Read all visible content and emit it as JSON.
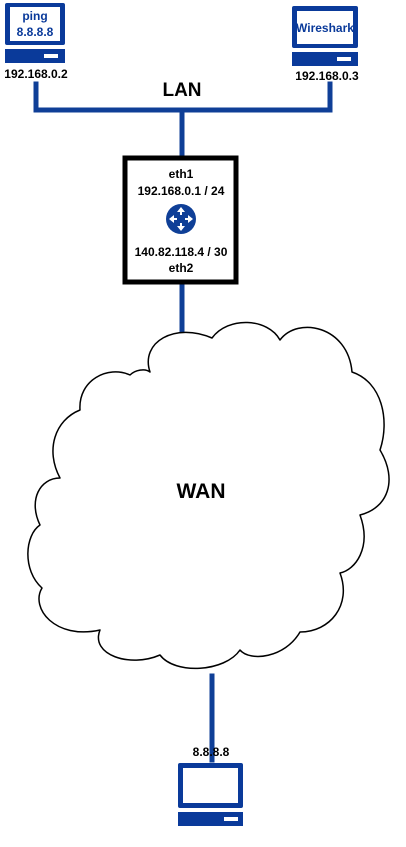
{
  "colors": {
    "link": "#0f3f97",
    "device_blue": "#0a3a9a",
    "screen_text": "#0a3a9a",
    "router_border": "#000000",
    "cloud_stroke": "#000000"
  },
  "lan": {
    "label": "LAN"
  },
  "wan": {
    "label": "WAN"
  },
  "host_left": {
    "icon": "computer-icon",
    "screen_line1": "ping",
    "screen_line2": "8.8.8.8",
    "ip": "192.168.0.2"
  },
  "host_right": {
    "icon": "computer-icon",
    "screen_line1": "Wireshark",
    "ip": "192.168.0.3"
  },
  "router": {
    "icon": "router-icon",
    "if1_name": "eth1",
    "if1_ip": "192.168.0.1 / 24",
    "if2_ip": "140.82.118.4 / 30",
    "if2_name": "eth2"
  },
  "remote_host": {
    "icon": "computer-icon",
    "ip": "8.8.8.8"
  }
}
